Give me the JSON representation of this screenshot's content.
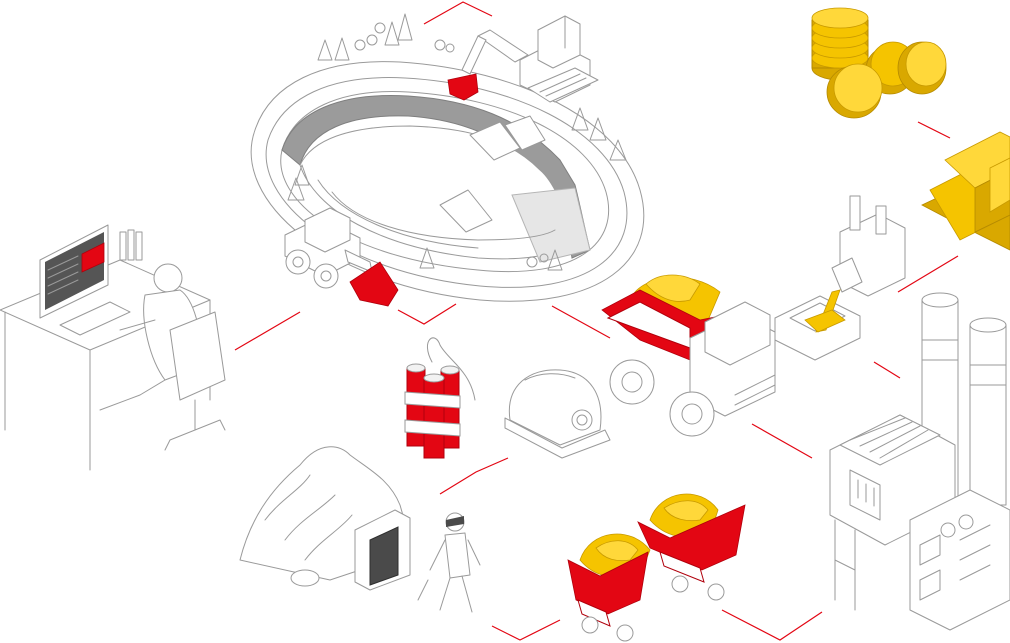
{
  "colors": {
    "accent": "#e30613",
    "gold": "#f5c400",
    "gold_light": "#ffd83a",
    "gold_dark": "#d9a800",
    "line": "#9a9a9a",
    "shade": "#9b9b9b",
    "shade_light": "#e6e6e6"
  },
  "illustration": {
    "elements": [
      {
        "name": "open-pit-mine-illustration"
      },
      {
        "name": "excavator-illustration"
      },
      {
        "name": "wheel-loader-illustration"
      },
      {
        "name": "gold-coins-illustration"
      },
      {
        "name": "gold-bars-illustration"
      },
      {
        "name": "smelting-furnace-illustration"
      },
      {
        "name": "mining-dump-truck-illustration"
      },
      {
        "name": "dynamite-bundle-illustration"
      },
      {
        "name": "safety-helmet-illustration"
      },
      {
        "name": "mountain-mine-entrance-illustration"
      },
      {
        "name": "miner-worker-illustration"
      },
      {
        "name": "ore-mine-carts-illustration"
      },
      {
        "name": "processing-factory-illustration"
      },
      {
        "name": "office-computer-operator-illustration"
      }
    ]
  }
}
